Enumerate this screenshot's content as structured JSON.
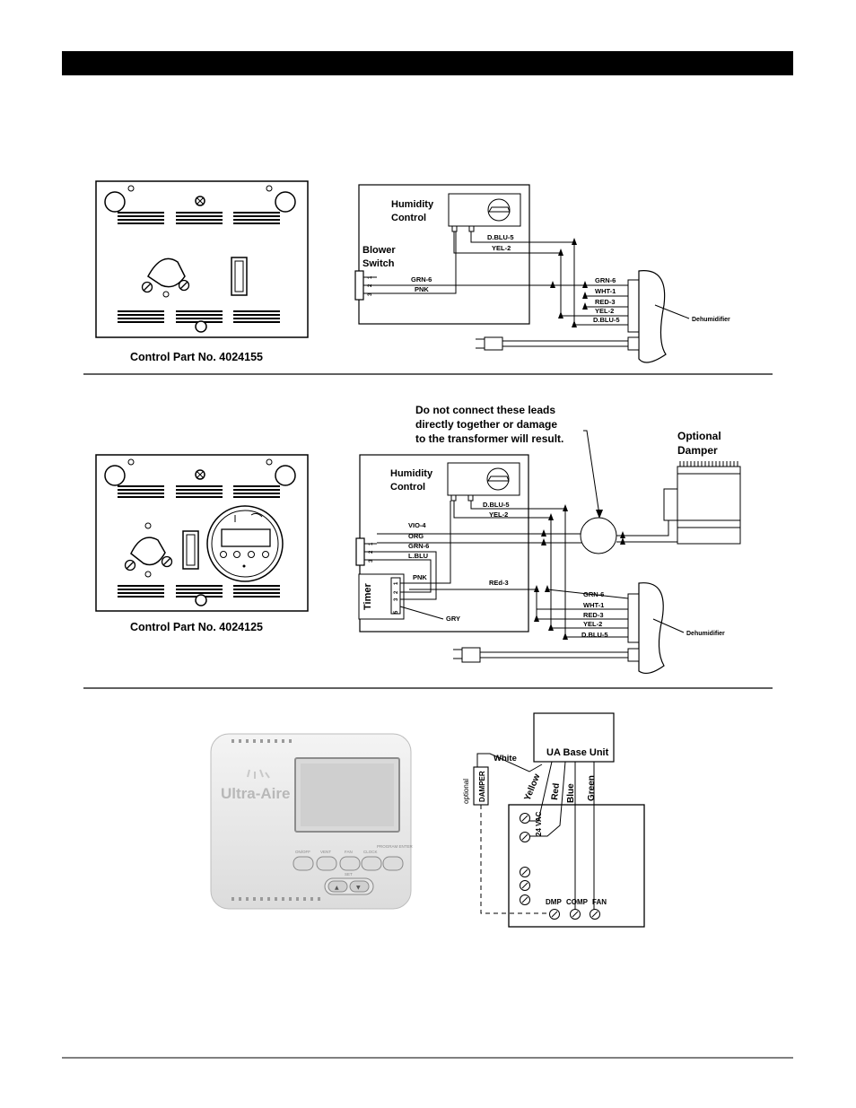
{
  "panels": [
    {
      "control_label": "Control Part No. 4024155",
      "wiring": {
        "humidity_control": [
          "Humidity",
          "Control"
        ],
        "blower_switch": [
          "Blower",
          "Switch"
        ],
        "switch_pins": [
          "1",
          "2",
          "3"
        ],
        "wires": [
          "D.BLU-5",
          "YEL-2",
          "GRN-6",
          "PNK"
        ],
        "dehumidifier_wires": [
          "GRN-6",
          "WHT-1",
          "RED-3",
          "YEL-2",
          "D.BLU-5"
        ],
        "dehumidifier_label": "Dehumidifier"
      }
    },
    {
      "control_label": "Control Part No. 4024125",
      "warning": [
        "Do not connect these leads",
        "directly together or damage",
        "to the transformer will result."
      ],
      "optional_damper": [
        "Optional",
        "Damper"
      ],
      "wiring": {
        "humidity_control": [
          "Humidity",
          "Control"
        ],
        "switch_pins": [
          "1",
          "2",
          "3"
        ],
        "timer_label": "Timer",
        "timer_pins": [
          "1",
          "2",
          "3",
          "5"
        ],
        "wires": [
          "D.BLU-5",
          "YEL-2",
          "VIO-4",
          "ORG",
          "GRN-6",
          "L.BLU",
          "PNK",
          "REd-3",
          "GRY"
        ],
        "dehumidifier_wires": [
          "GRN-6",
          "WHT-1",
          "RED-3",
          "YEL-2",
          "D.BLU-5"
        ],
        "dehumidifier_label": "Dehumidifier"
      }
    }
  ],
  "thermostat": {
    "brand": "Ultra-Aire",
    "buttons": [
      "ON/OFF",
      "VENT",
      "FAN",
      "CLOCK",
      "PROGRAM ENTER"
    ],
    "sub_label": "SET",
    "arrow_up": "▲",
    "arrow_down": "▼"
  },
  "wiring3": {
    "base_unit": "UA Base Unit",
    "white": "White",
    "optional": "optional",
    "damper": "DAMPER",
    "yellow": "Yellow",
    "red": "Red",
    "blue": "Blue",
    "green": "Green",
    "vac": "24 VAC",
    "terminals": [
      "DMP",
      "COMP",
      "FAN"
    ]
  }
}
